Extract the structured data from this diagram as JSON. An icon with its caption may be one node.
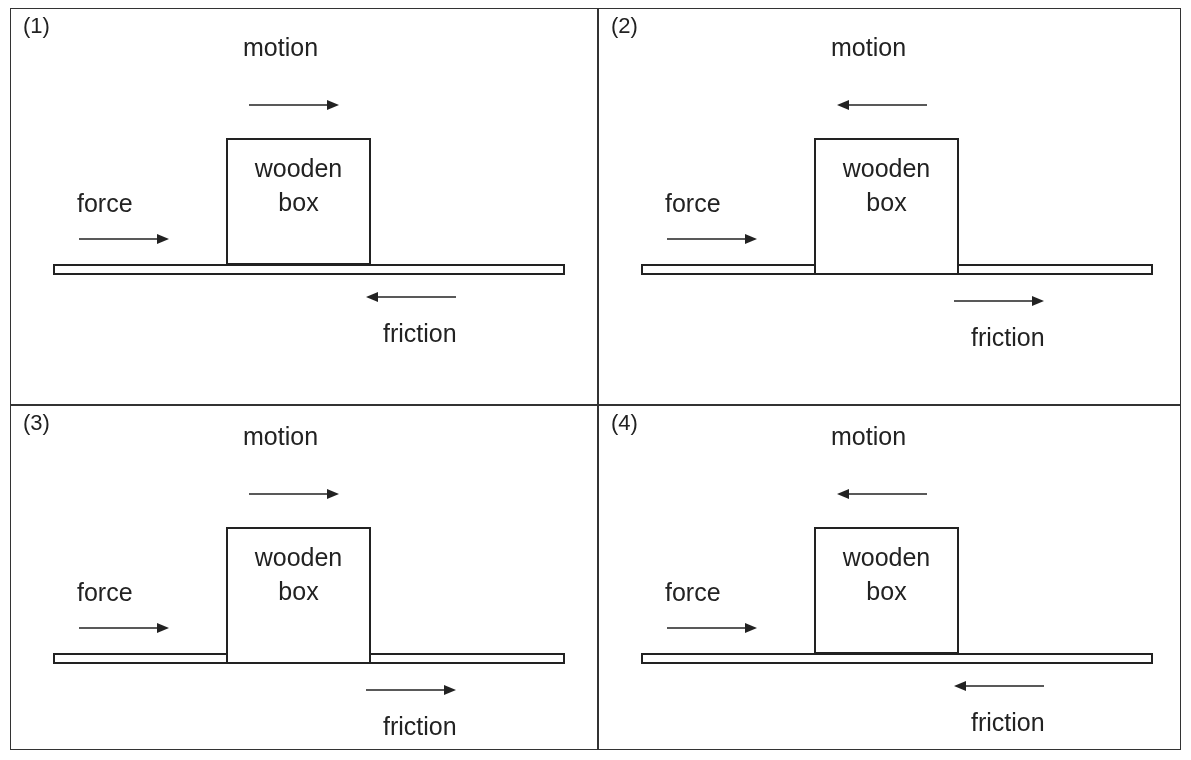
{
  "diagram": {
    "nodes": [
      {
        "text": [
          "(1)"
        ]
      },
      {
        "text": [
          "wooden box"
        ],
        "in": 0
      },
      {
        "text": [
          "(2)"
        ]
      },
      {
        "text": [
          "wooden box"
        ],
        "in": 2
      },
      {
        "text": [
          "(3)"
        ]
      },
      {
        "text": [
          "wooden box"
        ],
        "in": 4
      },
      {
        "text": [
          "(4)"
        ]
      },
      {
        "text": [
          "wooden box"
        ],
        "in": 6
      }
    ],
    "labels": [
      "motion",
      "force",
      "friction",
      "motion",
      "force",
      "friction",
      "motion",
      "force",
      "friction",
      "motion",
      "force",
      "friction"
    ]
  }
}
